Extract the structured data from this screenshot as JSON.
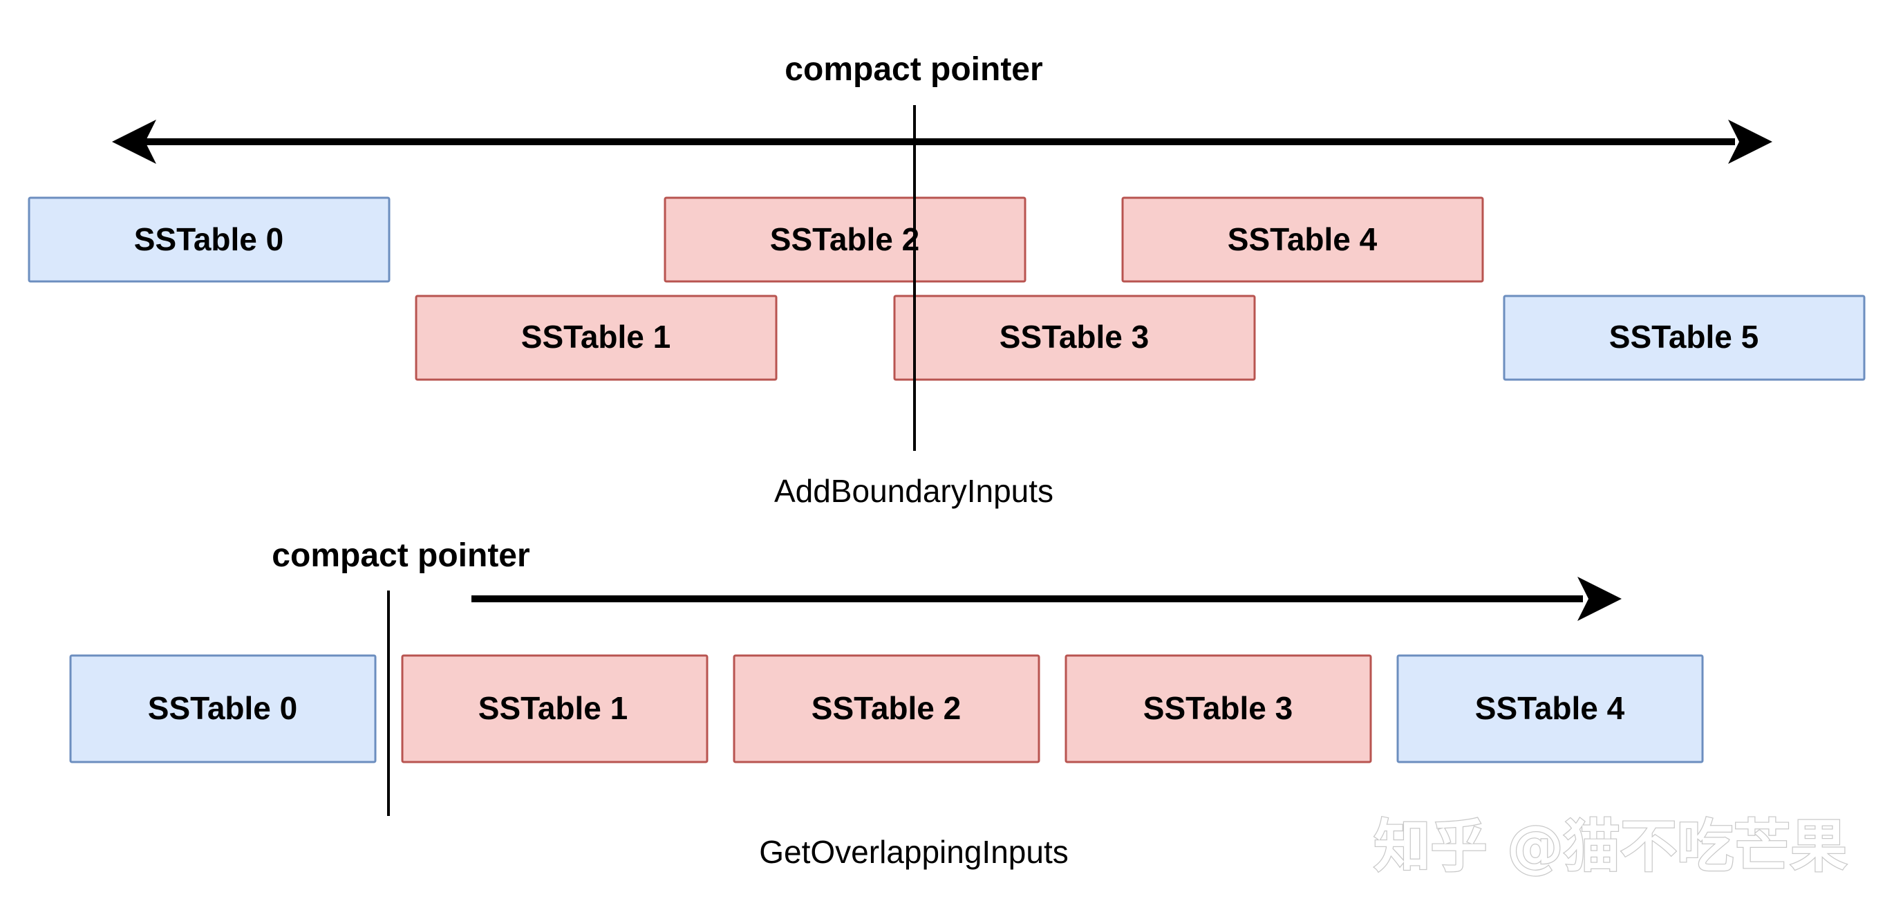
{
  "colors": {
    "blue_fill": "#dae8fc",
    "blue_stroke": "#6c8ebf",
    "red_fill": "#f8cecc",
    "red_stroke": "#b85450",
    "line": "#000000"
  },
  "top": {
    "pointer_label": "compact pointer",
    "caption": "AddBoundaryInputs",
    "arrow": "double-headed",
    "tables": [
      {
        "label": "SSTable 0",
        "color": "blue"
      },
      {
        "label": "SSTable 1",
        "color": "red"
      },
      {
        "label": "SSTable 2",
        "color": "red"
      },
      {
        "label": "SSTable 3",
        "color": "red"
      },
      {
        "label": "SSTable 4",
        "color": "red"
      },
      {
        "label": "SSTable 5",
        "color": "blue"
      }
    ]
  },
  "bottom": {
    "pointer_label": "compact pointer",
    "caption": "GetOverlappingInputs",
    "arrow": "right",
    "tables": [
      {
        "label": "SSTable 0",
        "color": "blue"
      },
      {
        "label": "SSTable 1",
        "color": "red"
      },
      {
        "label": "SSTable 2",
        "color": "red"
      },
      {
        "label": "SSTable 3",
        "color": "red"
      },
      {
        "label": "SSTable 4",
        "color": "blue"
      }
    ]
  },
  "watermark": "知乎 @猫不吃芒果"
}
